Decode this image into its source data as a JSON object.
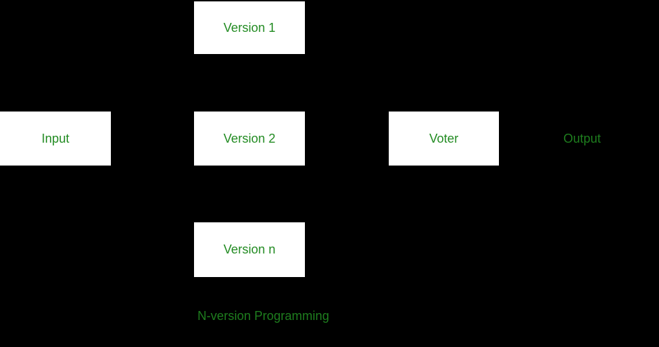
{
  "diagram": {
    "caption": "N-version Programming",
    "output_label": "Output",
    "nodes": [
      {
        "id": "version-1",
        "label": "Version 1"
      },
      {
        "id": "input",
        "label": "Input"
      },
      {
        "id": "version-2",
        "label": "Version 2"
      },
      {
        "id": "voter",
        "label": "Voter"
      },
      {
        "id": "version-n",
        "label": "Version n"
      }
    ],
    "colors": {
      "background": "#000000",
      "node_fill": "#ffffff",
      "label_green": "#228b22"
    }
  }
}
